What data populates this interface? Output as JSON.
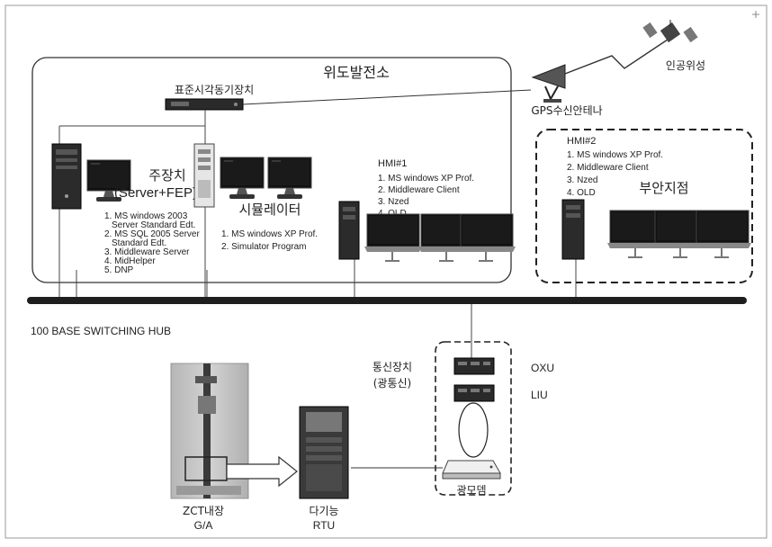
{
  "station": {
    "title": "위도발전소",
    "time_sync": "표준시각동기장치"
  },
  "satellite": {
    "label": "인공위성"
  },
  "gps": {
    "label": "GPS수신안테나"
  },
  "main_server": {
    "title": "주장치",
    "subtitle": "(Server+FEP)",
    "specs": [
      "1. MS windows 2003",
      "Server Standard Edt.",
      "2. MS SQL 2005 Server",
      "Standard Edt.",
      "3. Middleware Server",
      "4. MidHelper",
      "5. DNP"
    ]
  },
  "simulator": {
    "title": "시뮬레이터",
    "specs": [
      "1. MS windows XP Prof.",
      "2. Simulator Program"
    ]
  },
  "hmi1": {
    "title": "HMI#1",
    "specs": [
      "1. MS windows XP Prof.",
      "2. Middleware Client",
      "3. Nzed",
      "4. OLD"
    ]
  },
  "hmi2": {
    "title": "HMI#2",
    "specs": [
      "1. MS windows XP Prof.",
      "2. Middleware Client",
      "3. Nzed",
      "4. OLD"
    ],
    "site": "부안지점"
  },
  "hub": {
    "label": "100 BASE SWITCHING HUB"
  },
  "comm": {
    "title_1": "통신장치",
    "title_2": "(광통신)",
    "oxu": "OXU",
    "liu": "LIU",
    "modem": "광모뎀"
  },
  "field": {
    "zct_1": "ZCT내장",
    "zct_2": "G/A",
    "rtu_1": "다기능",
    "rtu_2": "RTU"
  }
}
